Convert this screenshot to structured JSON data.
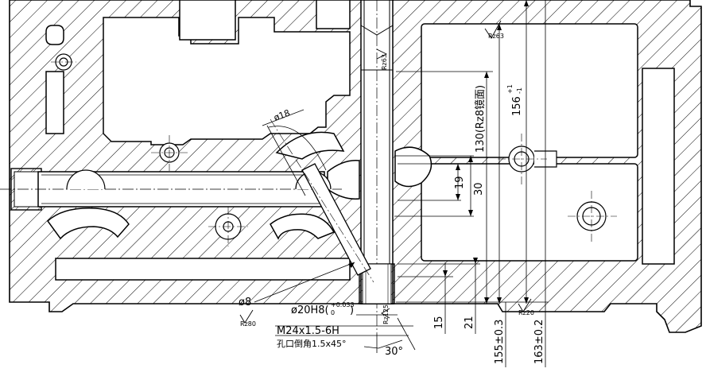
{
  "drawing": {
    "dimensions": {
      "d18": "ø18",
      "d8": "ø8",
      "d20": "ø20H8(",
      "d20_tol_upper": "+0.033",
      "d20_tol_lower": "0",
      "d20_close": ")",
      "thread": "M24x1.5-6H",
      "chamfer": "孔口倒角1.5x45°",
      "angle": "30°",
      "v19": "19",
      "v30": "30",
      "v15": "15",
      "v21": "21",
      "v130": "130(Rz8镜面)",
      "v156": "156",
      "v156_tol_upper": "+1",
      "v156_tol_lower": "-1",
      "v155": "155±0.3",
      "v163": "163±0.2"
    },
    "roughness": {
      "rz63_top": "Rz63",
      "rz63_bore": "Rz63",
      "rz80": "Rz80",
      "rz125": "Rz125",
      "rz20": "Rz20"
    }
  }
}
